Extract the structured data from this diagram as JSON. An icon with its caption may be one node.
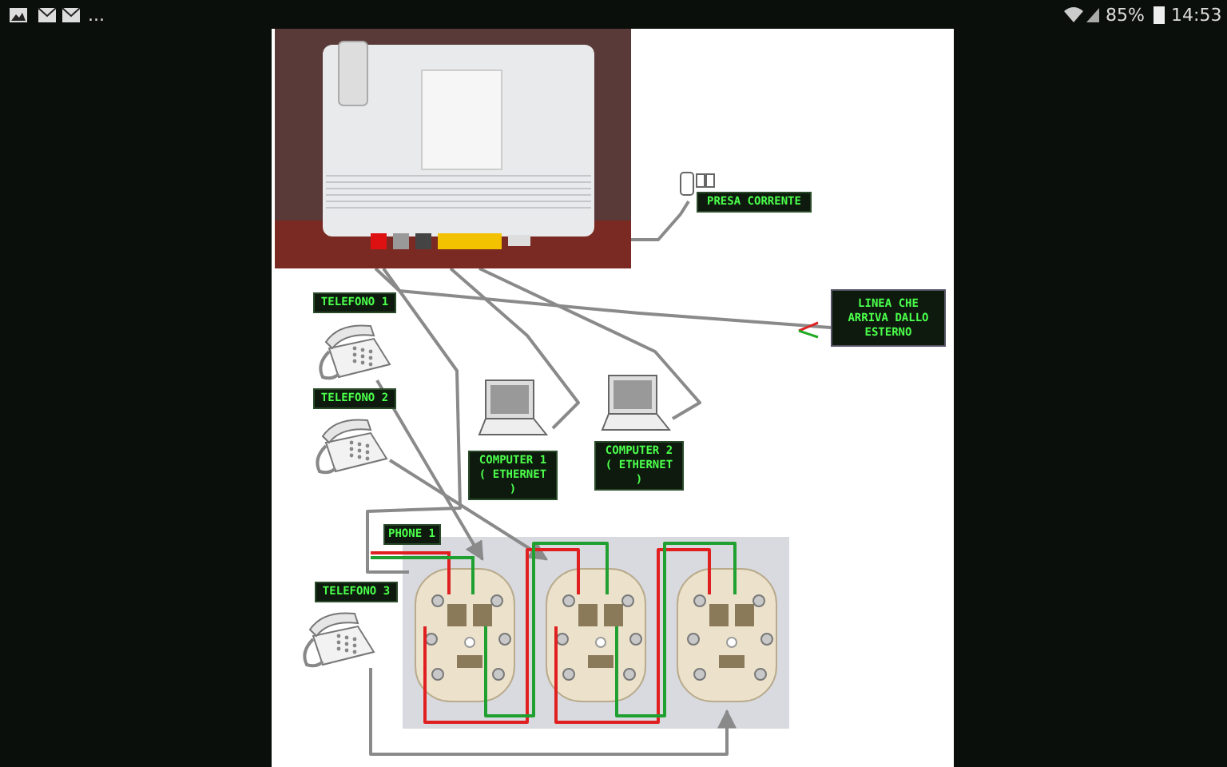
{
  "diagram": {
    "nodes": [
      {
        "text": [],
        "shape": "picture"
      },
      {
        "text": [],
        "shape": "picture",
        "beside": [
          "PRESA CORRENTE"
        ]
      },
      {
        "text": [
          "LINEA CHE ARRIVA DALLO ESTERNO"
        ]
      },
      {
        "text": [],
        "shape": "picture",
        "beside": [
          "TELEFONO 1"
        ]
      },
      {
        "text": [],
        "shape": "picture",
        "beside": [
          "TELEFONO 2"
        ]
      },
      {
        "text": [],
        "shape": "picture",
        "beside": [
          "COMPUTER 1 ( ETHERNET )"
        ]
      },
      {
        "text": [],
        "shape": "picture",
        "beside": [
          "COMPUTER 2 ( ETHERNET )"
        ]
      },
      {
        "text": [],
        "shape": "picture"
      },
      {
        "text": [],
        "shape": "picture"
      },
      {
        "text": [],
        "shape": "picture"
      },
      {
        "text": [],
        "shape": "picture",
        "beside": [
          "TELEFONO 3"
        ]
      }
    ],
    "edges": [
      {
        "from": 0,
        "to": 1,
        "arrow": "none"
      },
      {
        "from": 0,
        "to": 2,
        "arrow": "none"
      },
      {
        "from": 0,
        "to": 5,
        "arrow": "none"
      },
      {
        "from": 0,
        "to": 6,
        "arrow": "none"
      },
      {
        "from": 0,
        "to": 7,
        "arrow": "none"
      },
      {
        "from": 3,
        "to": 7,
        "arrow": "to"
      },
      {
        "from": 4,
        "to": 8,
        "arrow": "to"
      },
      {
        "from": 10,
        "to": 9,
        "arrow": "to"
      },
      {
        "from": 7,
        "to": 8,
        "arrow": "none",
        "color": "#e02020"
      },
      {
        "from": 7,
        "to": 8,
        "arrow": "none",
        "color": "#20a030"
      },
      {
        "from": 8,
        "to": 9,
        "arrow": "none",
        "color": "#e02020"
      },
      {
        "from": 8,
        "to": 9,
        "arrow": "none",
        "color": "#20a030"
      }
    ],
    "labels": [
      "...",
      "85%",
      "14:53",
      "PHONE 1"
    ]
  }
}
